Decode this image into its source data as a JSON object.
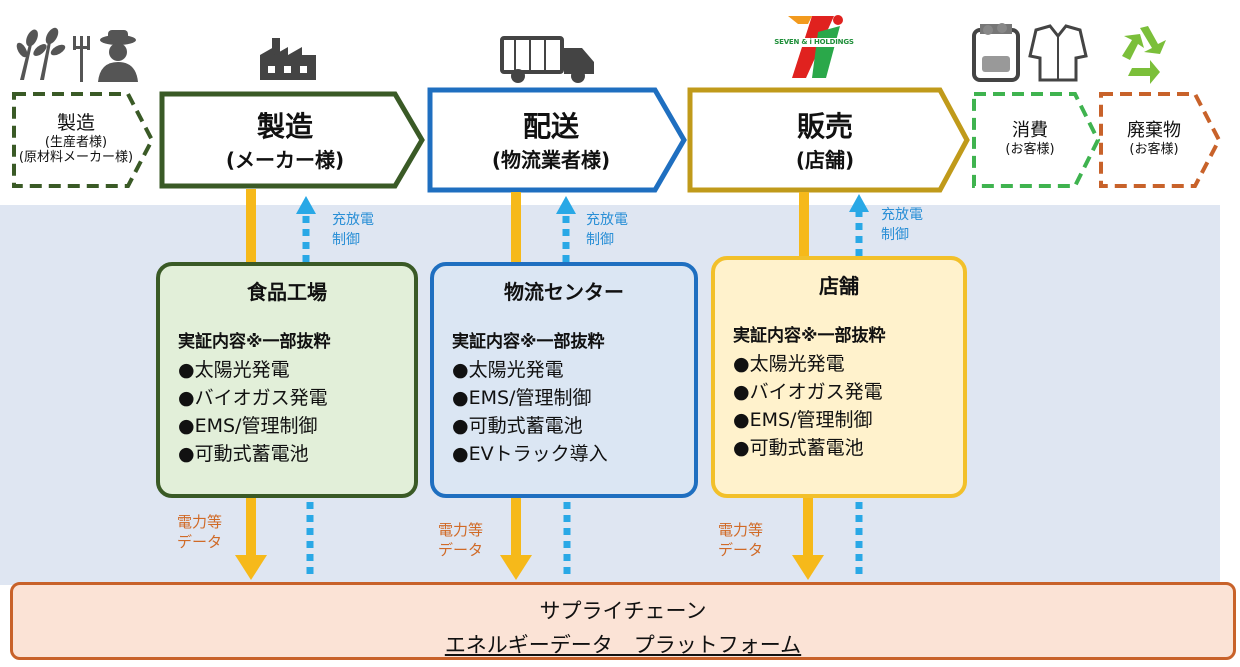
{
  "stages": {
    "farm": {
      "label": "製造",
      "sub1": "(生産者様)",
      "sub2": "(原材料メーカー様)"
    },
    "maker": {
      "label": "製造",
      "sub": "(メーカー様)"
    },
    "logistics": {
      "label": "配送",
      "sub": "(物流業者様)"
    },
    "sales": {
      "label": "販売",
      "sub": "(店舗)"
    },
    "consume": {
      "label": "消費",
      "sub": "(お客様)"
    },
    "disposal": {
      "label": "廃棄物",
      "sub": "(お客様)"
    }
  },
  "logo": {
    "text": "SEVEN & i HOLDINGS"
  },
  "control_label": {
    "line1": "充放電",
    "line2": "制御"
  },
  "data_label": {
    "line1": "電力等",
    "line2": "データ"
  },
  "boxes": {
    "factory": {
      "title": "食品工場",
      "subtitle": "実証内容※一部抜粋",
      "items": [
        "●太陽光発電",
        "●バイオガス発電",
        "●EMS/管理制御",
        "●可動式蓄電池"
      ]
    },
    "center": {
      "title": "物流センター",
      "subtitle": "実証内容※一部抜粋",
      "items": [
        "●太陽光発電",
        "●EMS/管理制御",
        "●可動式蓄電池",
        "●EVトラック導入"
      ]
    },
    "store": {
      "title": "店舗",
      "subtitle": "実証内容※一部抜粋",
      "items": [
        "●太陽光発電",
        "●バイオガス発電",
        "●EMS/管理制御",
        "●可動式蓄電池"
      ]
    }
  },
  "platform": {
    "line1": "サプライチェーン",
    "line2": "エネルギーデータ　プラットフォーム"
  },
  "colors": {
    "green": "#3a5a26",
    "blue": "#1f6fc0",
    "gold": "#c09a1a",
    "lightgreen": "#3fb34f",
    "orange": "#c8622a",
    "arrow": "#f6b91a",
    "dotted": "#29a8e6"
  }
}
